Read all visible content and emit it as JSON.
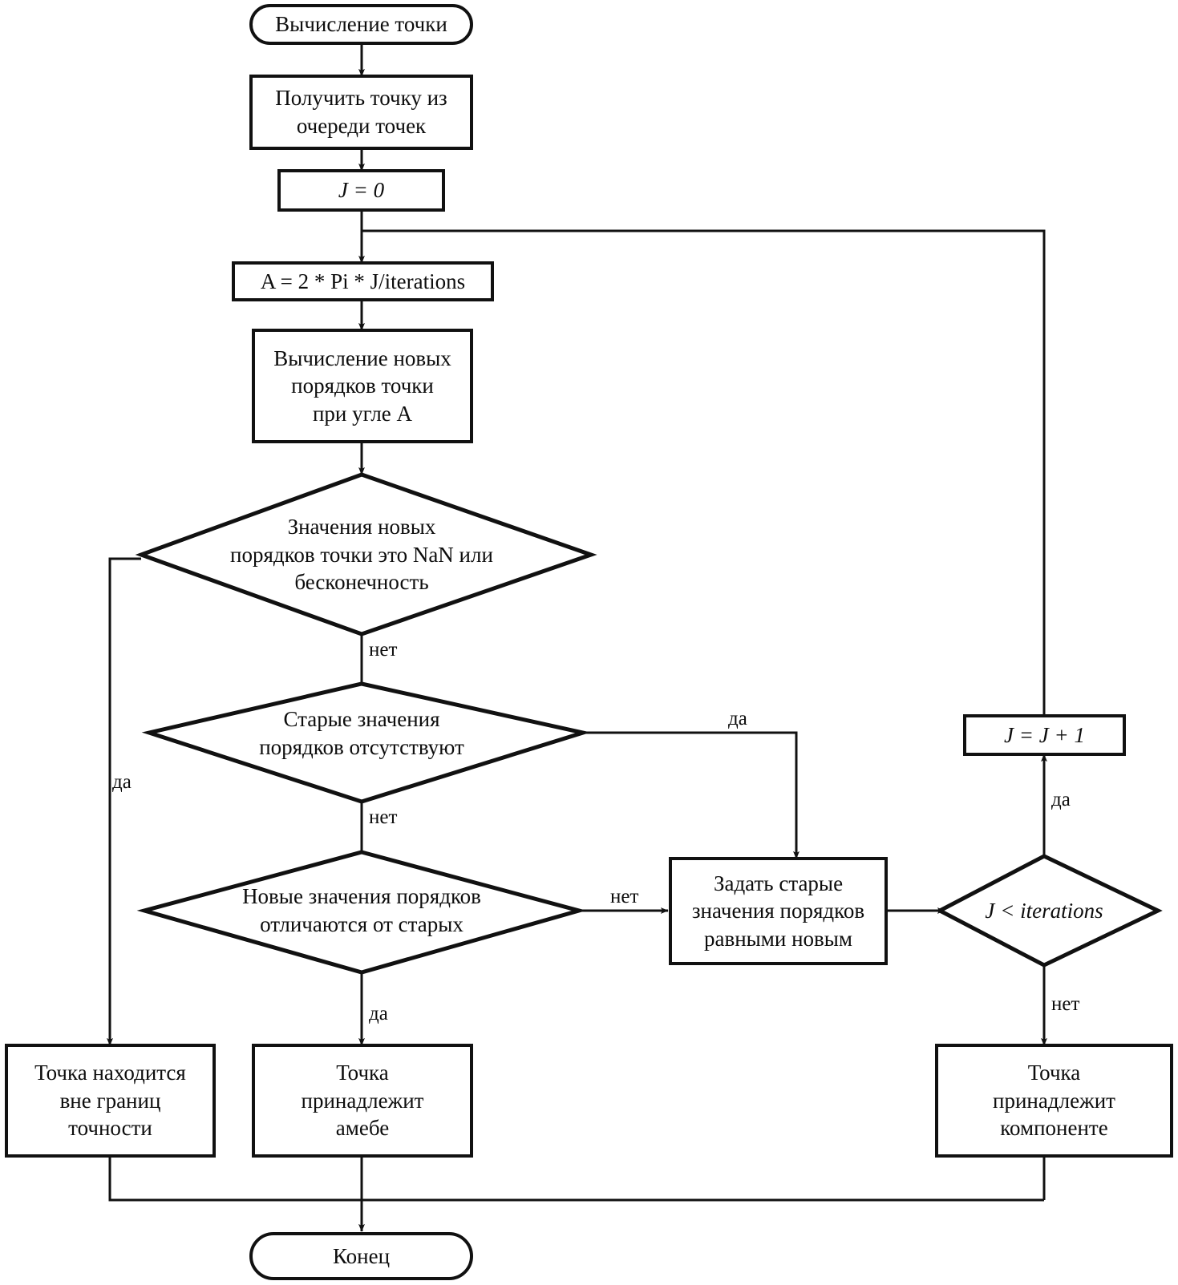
{
  "diagram": {
    "title": "Вычисление точки",
    "language": "ru",
    "type": "flowchart",
    "nodes": [
      {
        "id": "start",
        "shape": "terminator",
        "label": "Вычисление точки"
      },
      {
        "id": "get-point",
        "shape": "process",
        "label": "Получить точку из\nочереди точек"
      },
      {
        "id": "init-j",
        "shape": "process",
        "label": "J = 0"
      },
      {
        "id": "calc-angle",
        "shape": "process",
        "label": "A = 2 * Pi * J/iterations"
      },
      {
        "id": "calc-orders",
        "shape": "process",
        "label": "Вычисление новых\nпорядков точки\nпри угле A"
      },
      {
        "id": "check-nan",
        "shape": "decision",
        "label": "Значения новых\nпорядков точки это NaN или\nбесконечность"
      },
      {
        "id": "check-old",
        "shape": "decision",
        "label": "Старые значения\nпорядков отсутствуют"
      },
      {
        "id": "check-diff",
        "shape": "decision",
        "label": "Новые значения порядков\nотличаются от старых"
      },
      {
        "id": "set-old",
        "shape": "process",
        "label": "Задать старые\nзначения порядков\nравными новым"
      },
      {
        "id": "check-iter",
        "shape": "decision",
        "label": "J < iterations"
      },
      {
        "id": "incr-j",
        "shape": "process",
        "label": "J = J + 1"
      },
      {
        "id": "out-of-prec",
        "shape": "process",
        "label": "Точка находится\nвне границ\nточности"
      },
      {
        "id": "in-amoeba",
        "shape": "process",
        "label": "Точка\nпринадлежит\nамебе"
      },
      {
        "id": "in-component",
        "shape": "process",
        "label": "Точка\nпринадлежит\nкомпоненте"
      },
      {
        "id": "end",
        "shape": "terminator",
        "label": "Конец"
      }
    ],
    "edge_labels": {
      "nan_yes": "да",
      "nan_no": "нет",
      "old_yes": "да",
      "old_no": "нет",
      "diff_no": "нет",
      "diff_yes": "да",
      "iter_yes": "да",
      "iter_no": "нет"
    },
    "colors": {
      "stroke": "#111111",
      "background": "#ffffff",
      "text": "#0d0d0d"
    }
  }
}
